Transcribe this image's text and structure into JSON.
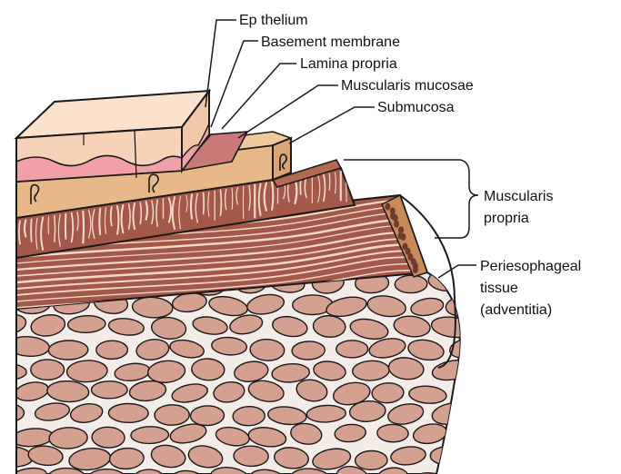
{
  "labels": {
    "epithelium": "Ep thelium",
    "basement_membrane": "Basement membrane",
    "lamina_propria": "Lamina propria",
    "muscularis_mucosae": "Muscularis mucosae",
    "submucosa": "Submucosa",
    "muscularis_propria_1": "Muscularis",
    "muscularis_propria_2": "propria",
    "periesophageal_1": "Periesophageal",
    "periesophageal_2": "tissue",
    "periesophageal_3": "(adventitia)"
  },
  "colors": {
    "epithelium": "#f6d3b8",
    "basement_band": "#f0a0a6",
    "muscularis_mucosae": "#c97978",
    "submucosa": "#e8b888",
    "muscle": "#a4584a",
    "muscle_light": "#f4d8c8",
    "adventitia_cells": "#d4a190",
    "background_tissue": "#f4ece6",
    "outline": "#1a1a1a"
  }
}
